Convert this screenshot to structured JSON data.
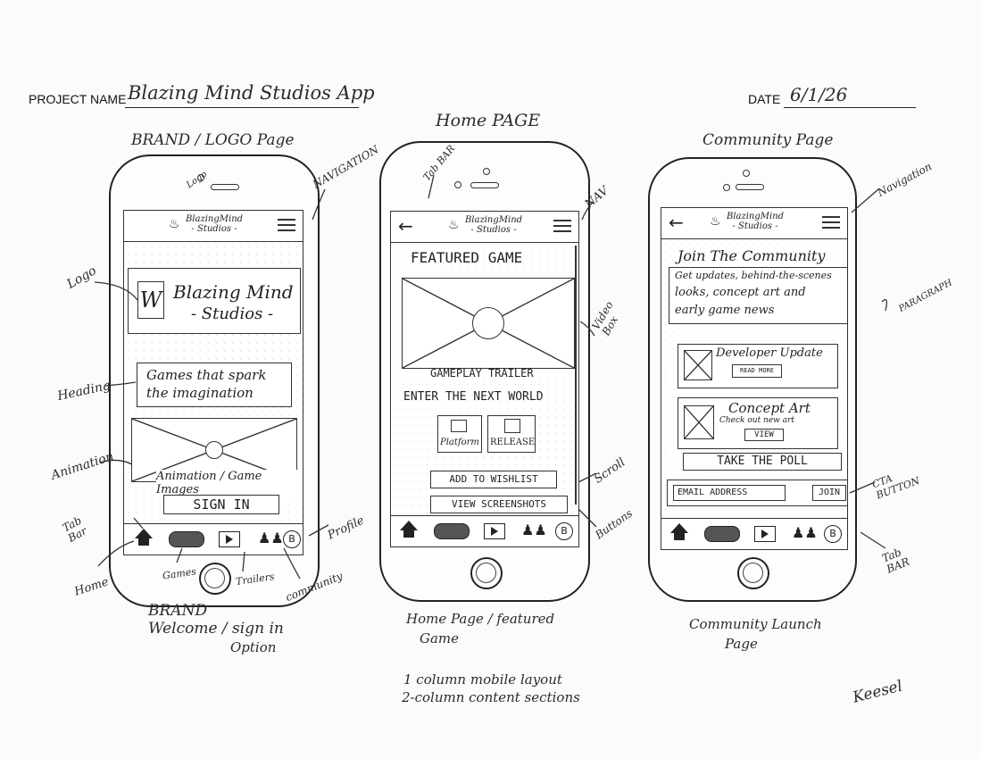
{
  "header": {
    "project_label": "PROJECT NAME",
    "project_name": "Blazing Mind Studios App",
    "date_label": "DATE",
    "date_value": "6/1/26"
  },
  "screens": {
    "brand": {
      "title": "BRAND / LOGO Page",
      "caption_1": "BRAND",
      "caption_2": "Welcome / sign in",
      "caption_3": "Option",
      "nav_brand_1": "BlazingMind",
      "nav_brand_2": "- Studios -",
      "logo_line_1": "Blazing Mind",
      "logo_line_2": "- Studios -",
      "heading_1": "Games that spark",
      "heading_2": "the imagination",
      "animation_label": "Animation / Game Images",
      "sign_in": "SIGN IN"
    },
    "home": {
      "title": "Home PAGE",
      "caption_1": "Home Page / featured",
      "caption_2": "Game",
      "nav_brand_1": "BlazingMind",
      "nav_brand_2": "- Studios -",
      "featured": "FEATURED GAME",
      "trailer_label": "GAMEPLAY TRAILER",
      "next_world": "ENTER THE NEXT WORLD",
      "platform": "Platform",
      "release": "RELEASE",
      "wishlist": "ADD TO WISHLIST",
      "screenshots": "VIEW SCREENSHOTS"
    },
    "community": {
      "title": "Community Page",
      "caption_1": "Community Launch",
      "caption_2": "Page",
      "nav_brand_1": "BlazingMind",
      "nav_brand_2": "- Studios -",
      "join": "Join The Community",
      "para_1": "Get updates, behind-the-scenes",
      "para_2": "looks, concept art and",
      "para_3": "early game news",
      "dev_update": "Developer Update",
      "read_more": "READ MORE",
      "concept_art": "Concept Art",
      "concept_sub": "Check out new art",
      "view": "VIEW",
      "poll": "TAKE THE POLL",
      "email": "EMAIL ADDRESS",
      "join_btn": "JOIN"
    }
  },
  "annotations": {
    "logo_top": "Logo",
    "navigation": "NAVIGATION",
    "logo_side": "Logo",
    "heading": "Heading",
    "animation": "Animation",
    "tab_bar": "Tab Bar",
    "home": "Home",
    "games": "Games",
    "trailers": "Trailers",
    "community": "community",
    "profile": "Profile",
    "tab_bar_home": "Tab BAR",
    "nav_home": "NAV",
    "video_box": "Video Box",
    "scroll": "Scroll",
    "buttons": "Buttons",
    "navigation_comm": "Navigation",
    "paragraph": "PARAGRAPH",
    "cta_button": "CTA BUTTON",
    "tab_bar_comm": "Tab BAR"
  },
  "notes": {
    "layout_1": "1 column mobile layout",
    "layout_2": "2-column content sections",
    "signature": "Keesel"
  },
  "colors": {
    "ink": "#222222",
    "paper": "#fbfbf9"
  }
}
